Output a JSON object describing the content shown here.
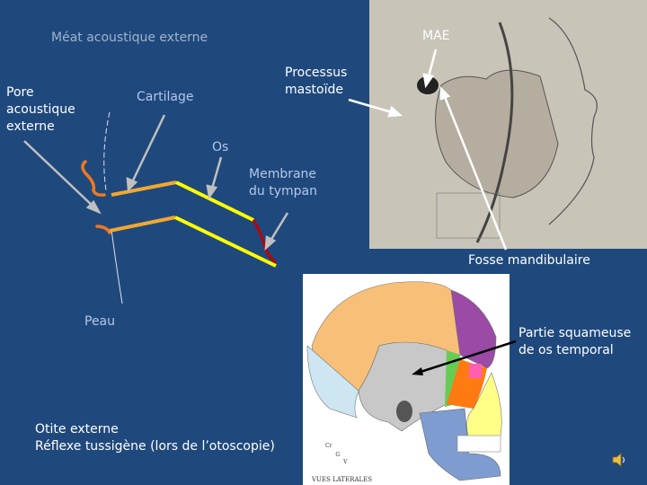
{
  "slide": {
    "title": "Méat acoustique externe",
    "left_diagram": {
      "pore_label": "Pore\nacoustique\nexterne",
      "cartilage_label": "Cartilage",
      "os_label": "Os",
      "membrane_label": "Membrane\ndu tympan",
      "peau_label": "Peau"
    },
    "photo_labels": {
      "mae": "MAE",
      "processus": "Processus\nmastoïde",
      "fosse": "Fosse mandibulaire"
    },
    "skull": {
      "caption": "VUES LATERALES",
      "orientation": [
        "Cr",
        "G",
        "V"
      ],
      "label": "Partie squameuse\nde os temporal"
    },
    "notes": "Otite externe\nRéflexe tussigène (lors de l’otoscopie)",
    "colors": {
      "background": "#1f497d",
      "cartilage": "#f0a830",
      "bone": "#ffff00",
      "membrane": "#c00000",
      "skin": "#f07820"
    }
  }
}
